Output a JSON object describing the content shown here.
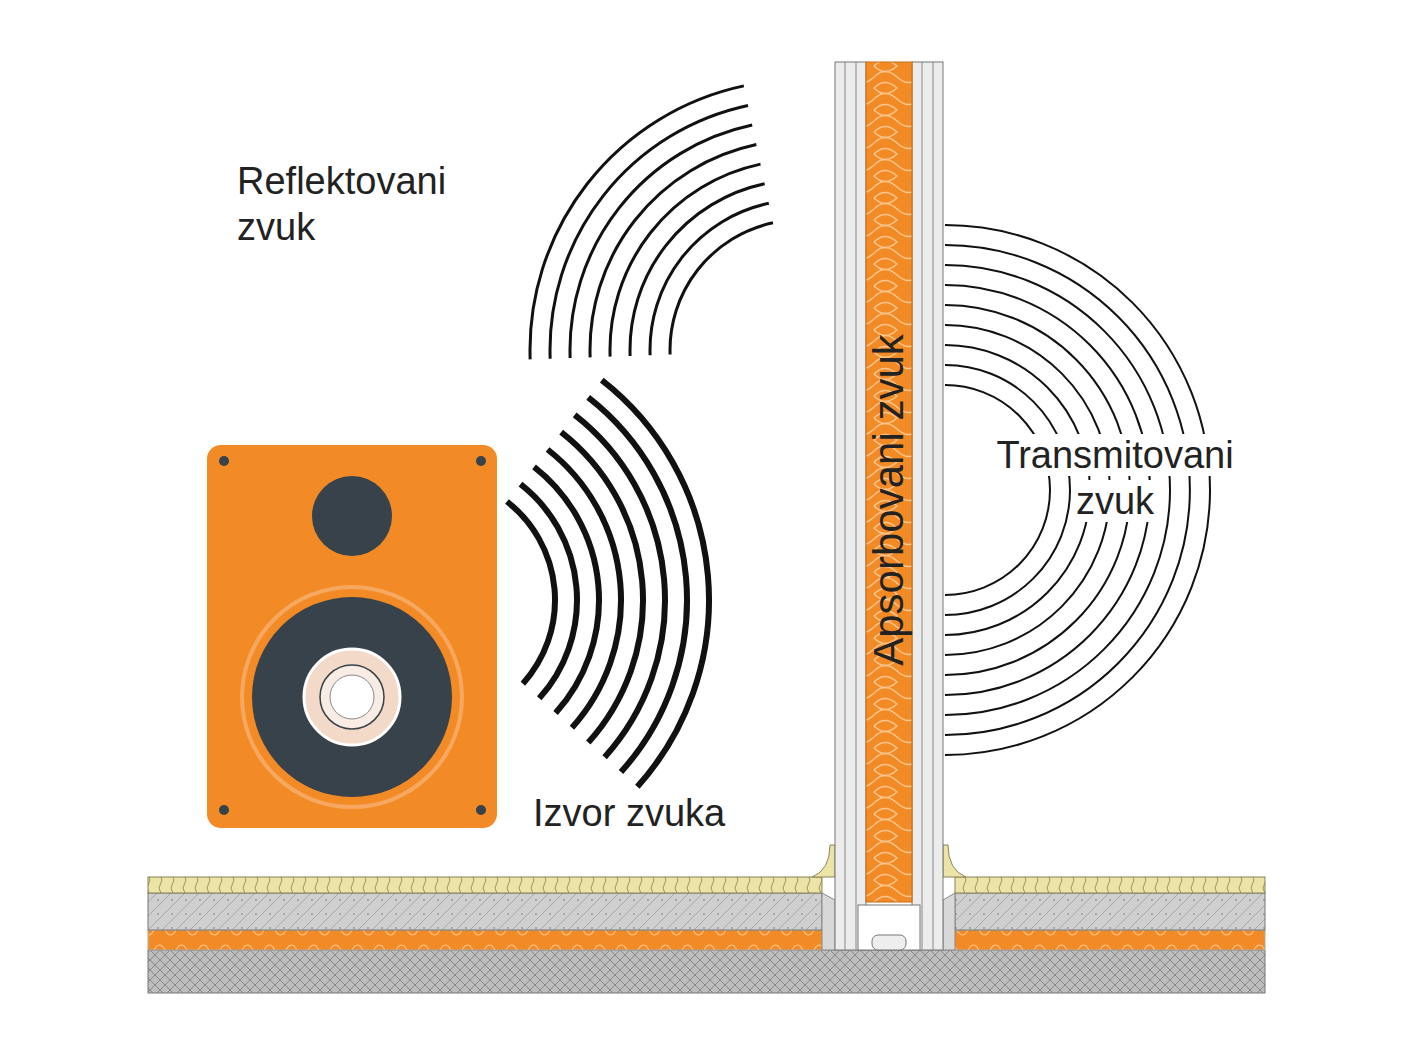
{
  "diagram": {
    "nodes": [
      {
        "text": [
          "Apsorbovani zvuk"
        ]
      }
    ],
    "labels": [
      "Reflektovani zvuk",
      "Transmitovani zvuk",
      "Izvor zvuka"
    ]
  }
}
